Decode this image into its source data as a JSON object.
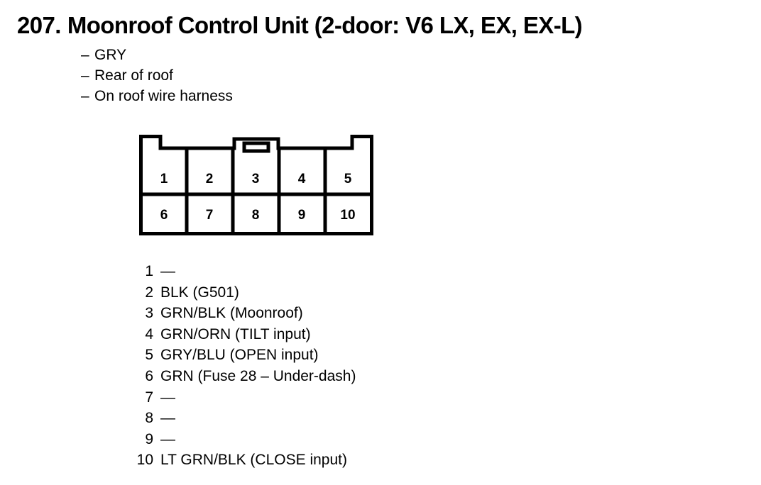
{
  "title": {
    "number": "207.",
    "text": "Moonroof Control Unit (2-door: V6 LX, EX, EX-L)"
  },
  "subtitle": {
    "dash": "–",
    "lines": [
      "GRY",
      "Rear of roof",
      "On roof wire harness"
    ]
  },
  "connector": {
    "name": "10-pin connector",
    "rows": 2,
    "columns": 5,
    "top_row_pins": [
      "1",
      "2",
      "3",
      "4",
      "5"
    ],
    "bottom_row_pins": [
      "6",
      "7",
      "8",
      "9",
      "10"
    ]
  },
  "pin_list": [
    {
      "pin": "1",
      "desc": "—"
    },
    {
      "pin": "2",
      "desc": "BLK (G501)"
    },
    {
      "pin": "3",
      "desc": "GRN/BLK (Moonroof)"
    },
    {
      "pin": "4",
      "desc": "GRN/ORN (TILT input)"
    },
    {
      "pin": "5",
      "desc": "GRY/BLU (OPEN input)"
    },
    {
      "pin": "6",
      "desc": "GRN (Fuse 28 – Under-dash)"
    },
    {
      "pin": "7",
      "desc": "—"
    },
    {
      "pin": "8",
      "desc": "—"
    },
    {
      "pin": "9",
      "desc": "—"
    },
    {
      "pin": "10",
      "desc": "LT GRN/BLK (CLOSE input)"
    }
  ],
  "colors": {
    "ink": "#000000",
    "page": "#ffffff"
  }
}
